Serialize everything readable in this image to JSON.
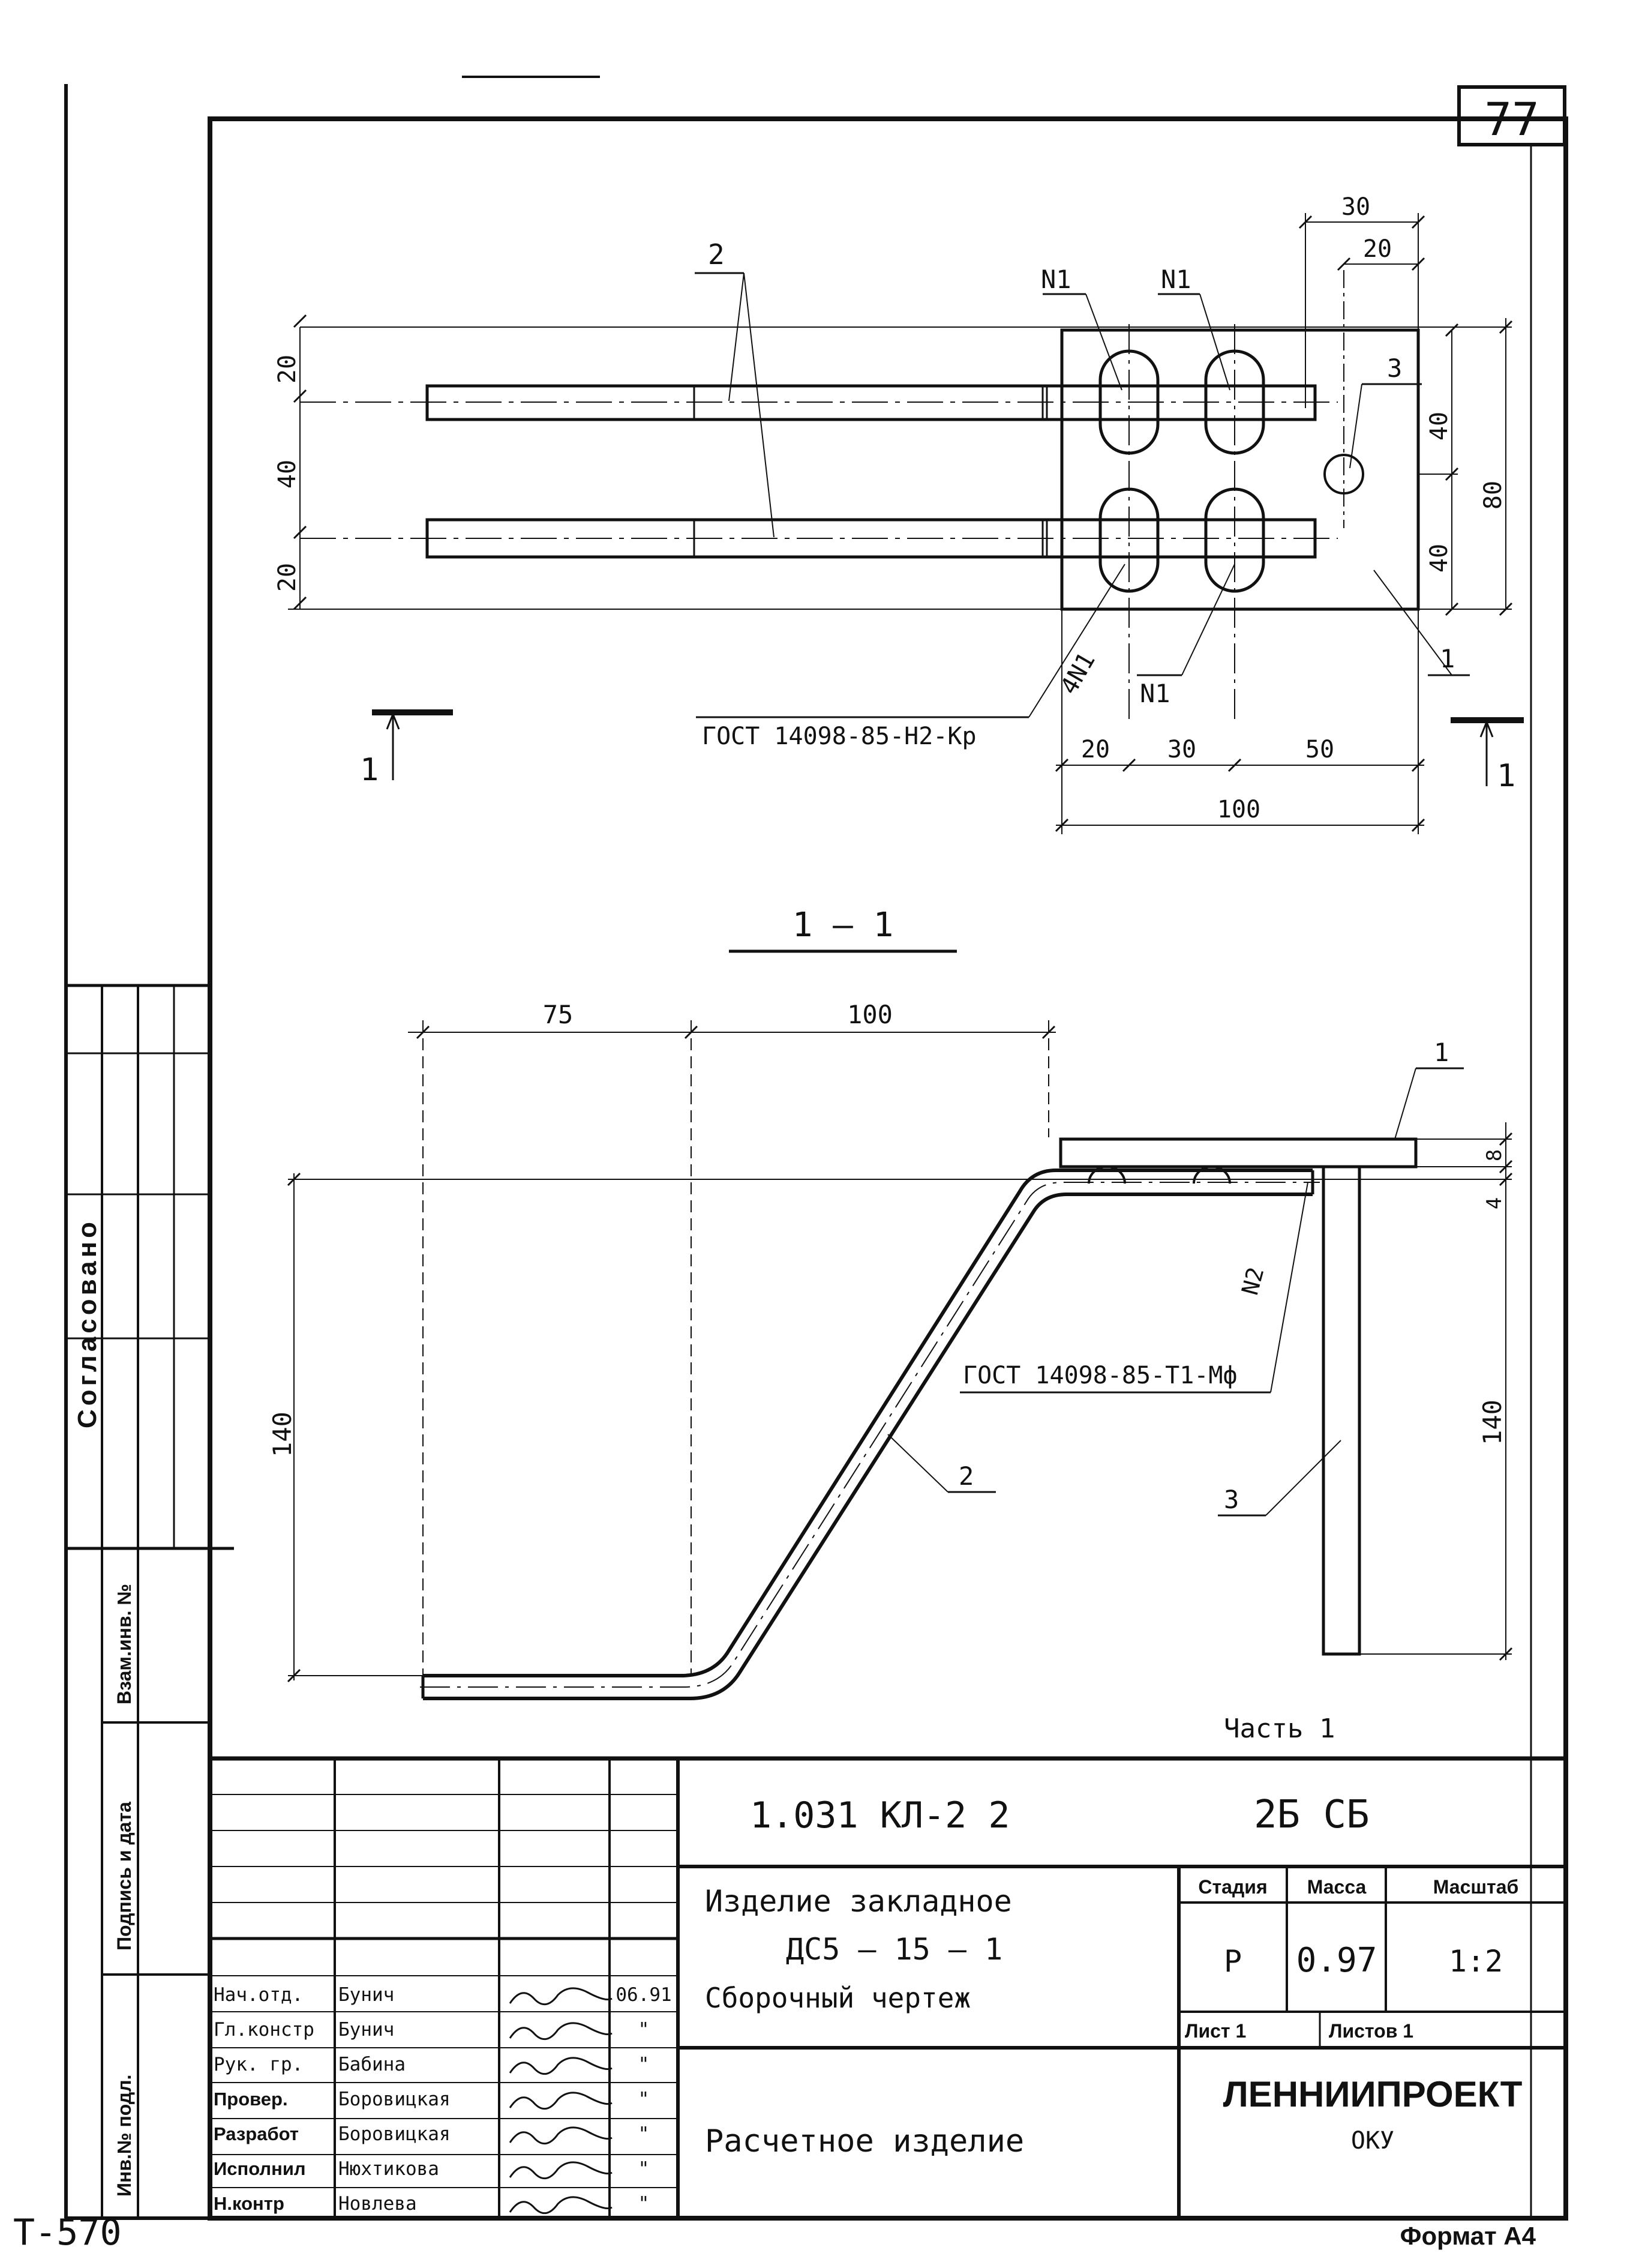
{
  "sheet_number": "77",
  "sheet_code": "T-570",
  "format": "Формат А4",
  "side_labels": {
    "agreed": "Согласовано",
    "replace_inv": "Взам.инв. №",
    "sign_date": "Подпись и дата",
    "inv_orig": "Инв.№ подл."
  },
  "plan_view": {
    "dims": {
      "d20_top": "20",
      "d40_mid": "40",
      "d20_bot": "20",
      "d30": "30",
      "d20_small": "20",
      "d40_r1": "40",
      "d40_r2": "40",
      "d80": "80",
      "d20_b": "20",
      "d30_b": "30",
      "d50_b": "50",
      "d100": "100"
    },
    "callouts": {
      "pos2": "2",
      "pos3": "3",
      "pos1": "1",
      "n1_a": "N1",
      "n1_b": "N1",
      "n1_c": "N1",
      "four_n1": "4N1",
      "weld_spec": "ГОСТ 14098-85-Н2-Кр"
    },
    "section_marks": {
      "left": "1",
      "right": "1"
    }
  },
  "section_view": {
    "title": "1 — 1",
    "dims": {
      "d75": "75",
      "d100": "100",
      "d140_left": "140",
      "d140_right": "140",
      "d8": "8",
      "d4": "4"
    },
    "callouts": {
      "pos1": "1",
      "pos2": "2",
      "pos3": "3",
      "n2": "N2",
      "weld_spec": "ГОСТ 14098-85-Т1-Мф"
    }
  },
  "title_block": {
    "part": "Часть 1",
    "doc_code": "1.031 КЛ-2    2",
    "doc_suffix": "2Б СБ",
    "name_line1": "Изделие   закладное",
    "name_line2": "ДС5 — 15 — 1",
    "name_line3": "Сборочный  чертеж",
    "stage_label": "Стадия",
    "mass_label": "Масса",
    "scale_label": "Масштаб",
    "stage": "Р",
    "mass": "0.97",
    "scale": "1:2",
    "sheet_label": "Лист 1",
    "sheets_label": "Листов 1",
    "org": "ЛЕННИИПРОЕКТ",
    "dept": "ОКУ",
    "calc_note": "Расчетное  изделие",
    "signers": [
      {
        "role": "Нач.отд.",
        "name": "Бунич",
        "date": "06.91"
      },
      {
        "role": "Гл.констр",
        "name": "Бунич",
        "date": "\""
      },
      {
        "role": "Рук. гр.",
        "name": "Бабина",
        "date": "\""
      },
      {
        "role": "Провер.",
        "name": "Боровицкая",
        "date": "\""
      },
      {
        "role": "Разработ",
        "name": "Боровицкая",
        "date": "\""
      },
      {
        "role": "Исполнил",
        "name": "Нюхтикова",
        "date": "\""
      },
      {
        "role": "Н.контр",
        "name": "Новлева",
        "date": "\""
      }
    ]
  }
}
